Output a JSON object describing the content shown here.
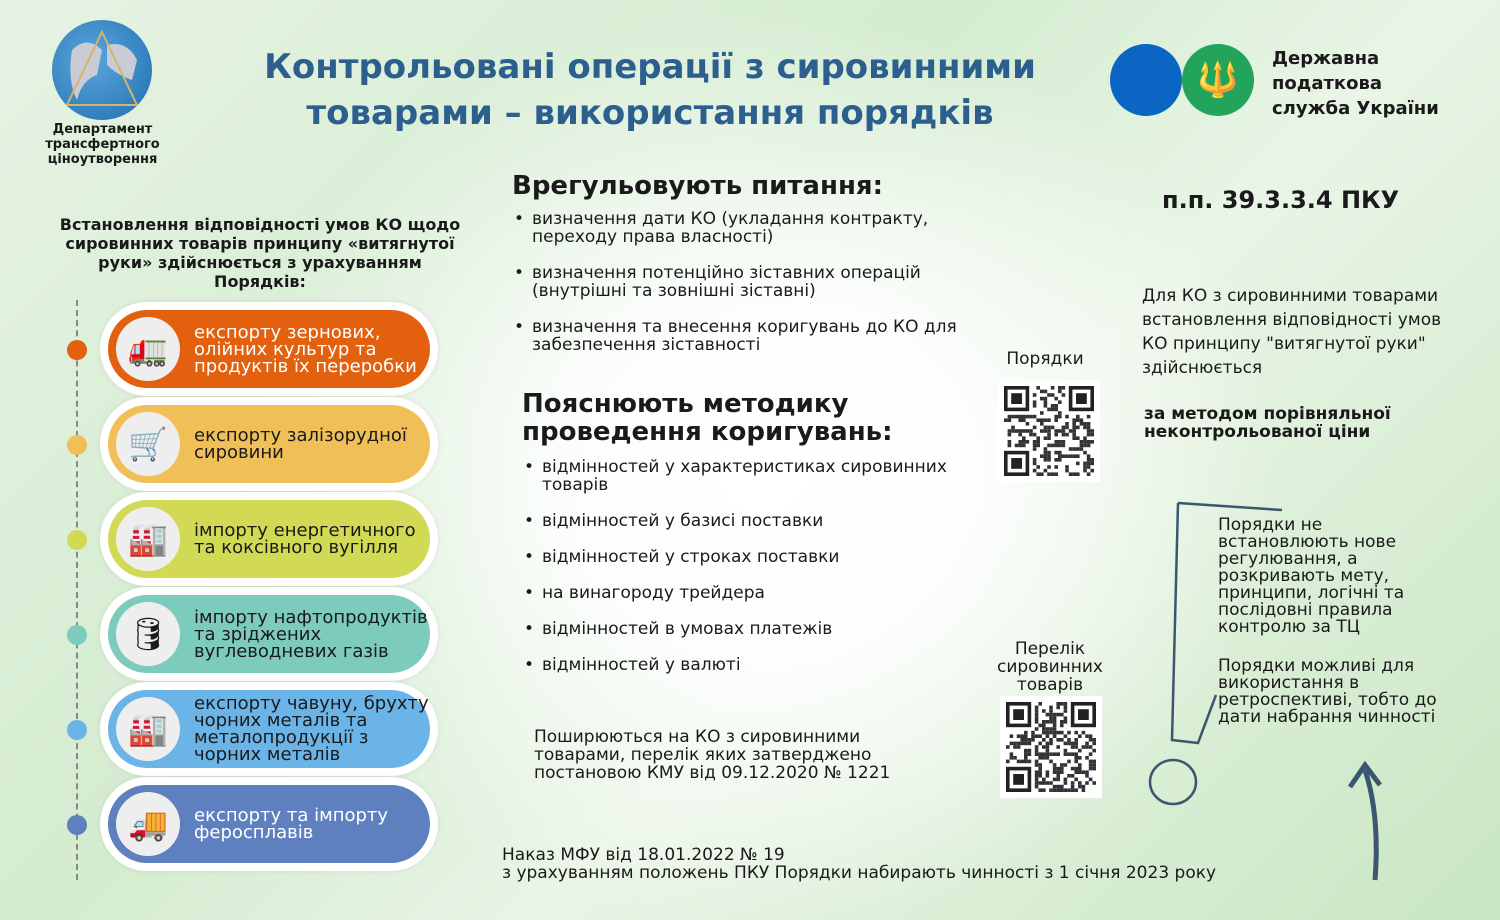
{
  "title": {
    "line1": "Контрольовані операції з сировинними",
    "line2": "товарами – використання порядків"
  },
  "department": {
    "name": "Департамент трансфертного ціноутворення"
  },
  "agency": {
    "line1": "Державна",
    "line2": "податкова",
    "line3": "служба України",
    "emblem": "tryzub-icon"
  },
  "intro": "Встановлення відповідності умов КО щодо сировинних товарів принципу «витягнутої руки» здійснюється  з урахуванням Порядків:",
  "orders": [
    {
      "label": "експорту зернових, олійних культур та продуктів їх переробки",
      "color": "#e2600e",
      "icon": "truck-icon"
    },
    {
      "label": "експорту залізорудної сировини",
      "color": "#f0bf58",
      "icon": "ore-cart-icon"
    },
    {
      "label": "імпорту енергетичного та коксівного вугілля",
      "color": "#d2da55",
      "icon": "power-plant-icon"
    },
    {
      "label": "імпорту нафтопродуктів та зріджених вуглеводневих газів",
      "color": "#7ccbbd",
      "icon": "tank-car-icon"
    },
    {
      "label": "експорту чавуну, брухту чорних металів та металопродукції з чорних металів",
      "color": "#6ab4e8",
      "icon": "factory-icon"
    },
    {
      "label": "експорту та імпорту феросплавів",
      "color": "#5f80bf",
      "icon": "dump-truck-icon"
    }
  ],
  "regulate": {
    "heading": "Врегульовують питання:",
    "items": [
      "визначення дати КО (укладання контракту, переходу права власності)",
      "визначення потенційно зіставних операцій (внутрішні та зовнішні зіставні)",
      "визначення та внесення коригувань до КО для забезпечення зіставності"
    ]
  },
  "explain": {
    "heading": "Пояснюють методику проведення коригувань:",
    "items": [
      "відмінностей у характеристиках сировинних товарів",
      "відмінностей у базисі поставки",
      "відмінностей у строках поставки",
      "на винагороду трейдера",
      "відмінностей в умовах платежів",
      "відмінностей у валюті"
    ]
  },
  "scope": "Поширюються на КО з сировинними товарами, перелік яких затверджено постановою КМУ від 09.12.2020 № 1221",
  "order_ref": {
    "line1": "Наказ МФУ від 18.01.2022 № 19",
    "line2": "з урахуванням положень ПКУ Порядки набирають чинності з 1 січня 2023 року"
  },
  "qr1": {
    "label": "Порядки"
  },
  "qr2": {
    "label": "Перелік сировинних товарів"
  },
  "article": "п.п. 39.3.3.4 ПКУ",
  "method": {
    "text": "Для КО з сировинними товарами встановлення відповідності умов КО принципу \"витягнутої руки\" здійснюється",
    "bold": "за методом порівняльної неконтрольованої ціни"
  },
  "note1": "Порядки не встановлюють нове регулювання, а розкривають мету, принципи, логічні та послідовні правила контролю за ТЦ",
  "note2": "Порядки можливі для використання в ретроспективі, тобто до дати набрання чинності"
}
